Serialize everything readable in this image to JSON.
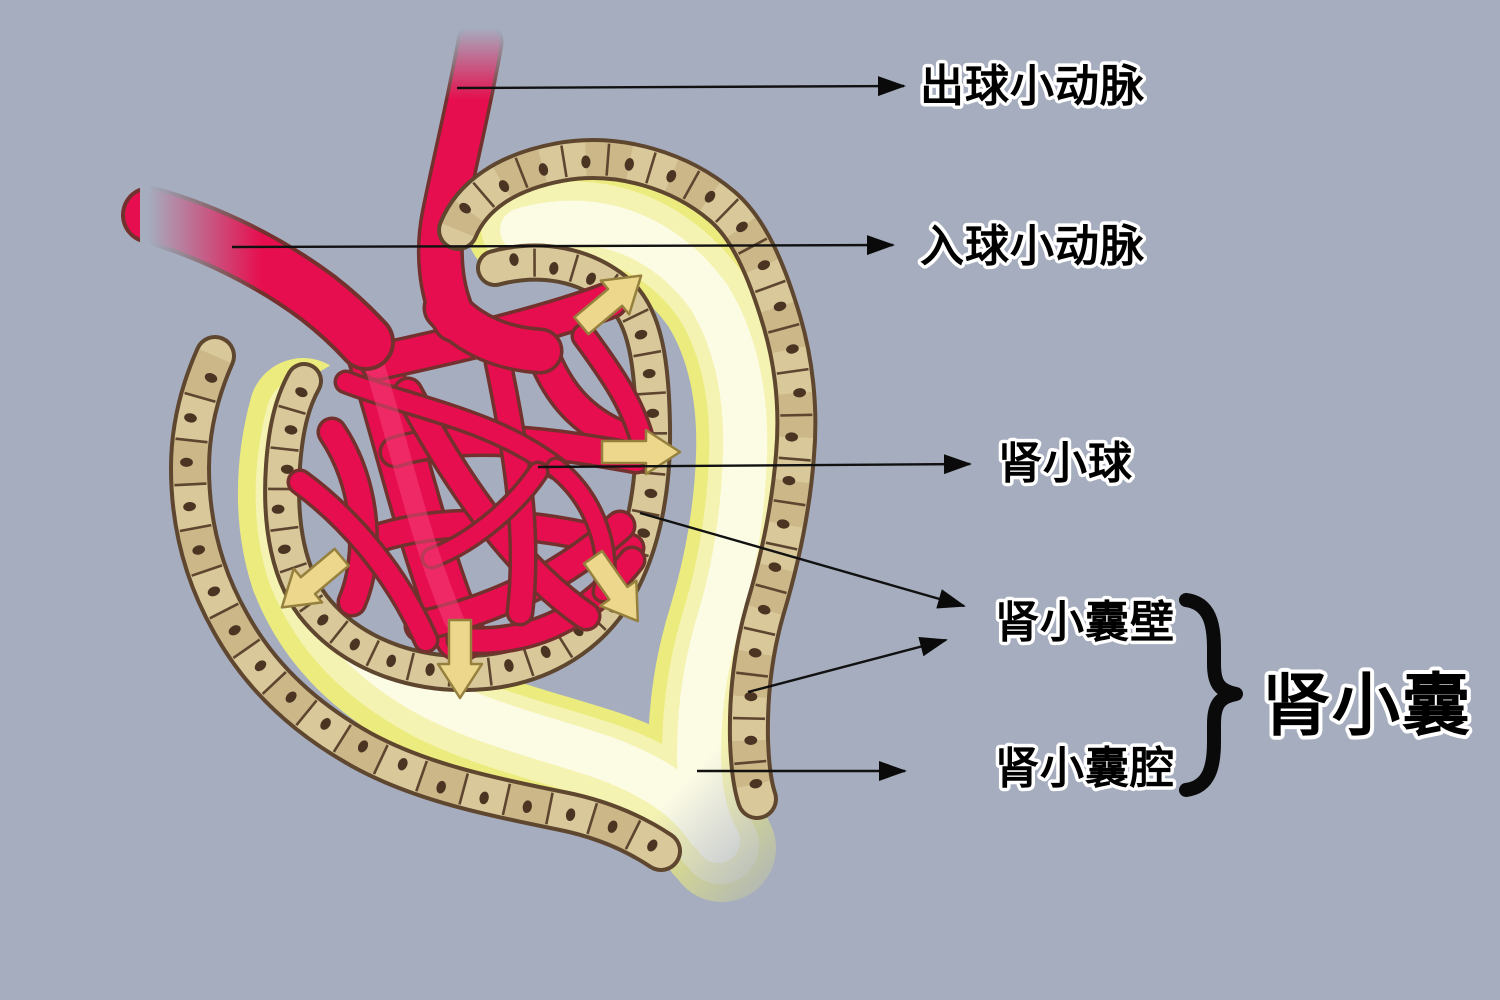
{
  "figure": {
    "type": "anatomy-diagram",
    "subject": "renal corpuscle structure (glomerulus and Bowman's capsule)",
    "labels": {
      "efferent_arteriole": "出球小动脉",
      "afferent_arteriole": "入球小动脉",
      "glomerulus": "肾小球",
      "capsule_wall": "肾小囊壁",
      "capsule_space": "肾小囊腔",
      "capsule": "肾小囊"
    },
    "colors": {
      "background": "#a5adbf",
      "vessel_fill": "#e60e4e",
      "vessel_outline": "#73312e",
      "cell_wall_fill": "#d8c89a",
      "cell_wall_outline": "#5f462f",
      "cell_nucleus": "#4c3423",
      "capsule_space_deep": "#eceb7e",
      "capsule_space_light": "#fcfbe4",
      "filtration_arrow_fill": "#ecd78d",
      "filtration_arrow_outline": "#96803e",
      "label_text": "#000000",
      "label_halo": "#ffffff",
      "callout_line": "#111111"
    }
  }
}
